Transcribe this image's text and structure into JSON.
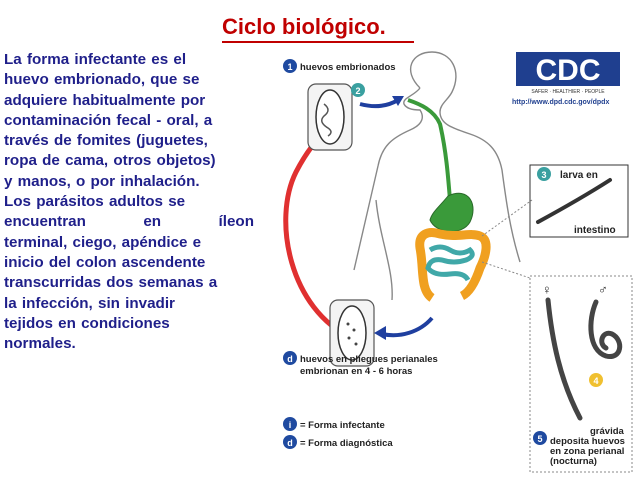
{
  "slide": {
    "title": "Ciclo biológico.",
    "body_lines": [
      "La forma infectante es el",
      "huevo embrionado, que se",
      "adquiere habitualmente por",
      "contaminación fecal - oral, a",
      "través de fomites (juguetes,",
      "ropa de cama, otros objetos)",
      "y manos, o por inhalación.",
      "Los parásitos adultos se",
      "encuentran en íleon",
      "terminal, ciego, apéndice e",
      "inicio del colon ascendente",
      "transcurridas dos semanas a",
      "la infección, sin invadir",
      "tejidos en condiciones",
      "normales."
    ]
  },
  "diagram": {
    "step1_badge": "1",
    "step1_label": "huevos embrionados",
    "step2_badge": "2",
    "step3_badge": "3",
    "step3_label_top": "larva en",
    "step3_label_bottom": "intestino",
    "step4_badge": "4",
    "step5_badge": "5",
    "step5_label": [
      "grávida",
      "deposita huevos",
      "en zona perianal",
      "(nocturna)"
    ],
    "stepd_badge": "d",
    "stepd_label": [
      "huevos en pliegues perianales",
      "embrionan en 4 - 6 horas"
    ],
    "female_symbol": "♀",
    "male_symbol": "♂",
    "legend_infectante_badge": "i",
    "legend_infectante": "= Forma infectante",
    "legend_diagnostica_badge": "d",
    "legend_diagnostica": "= Forma diagnóstica",
    "cdc_logo_text": "CDC",
    "cdc_tagline": "SAFER · HEALTHIER · PEOPLE",
    "cdc_url": "http://www.dpd.cdc.gov/dpdx"
  },
  "colors": {
    "title": "#c00000",
    "body_text": "#1f1f8a",
    "cycle_arrow_red": "#e03030",
    "cycle_arrow_blue": "#1f3f9f",
    "stomach_green": "#3a9a3a",
    "colon_orange": "#f0a020",
    "small_intestine_teal": "#40a8a8",
    "badge_blue": "#1f4aa0",
    "badge_teal": "#3aa0a0",
    "badge_yellow": "#f0c030",
    "cdc_blue": "#1f3f8f"
  }
}
